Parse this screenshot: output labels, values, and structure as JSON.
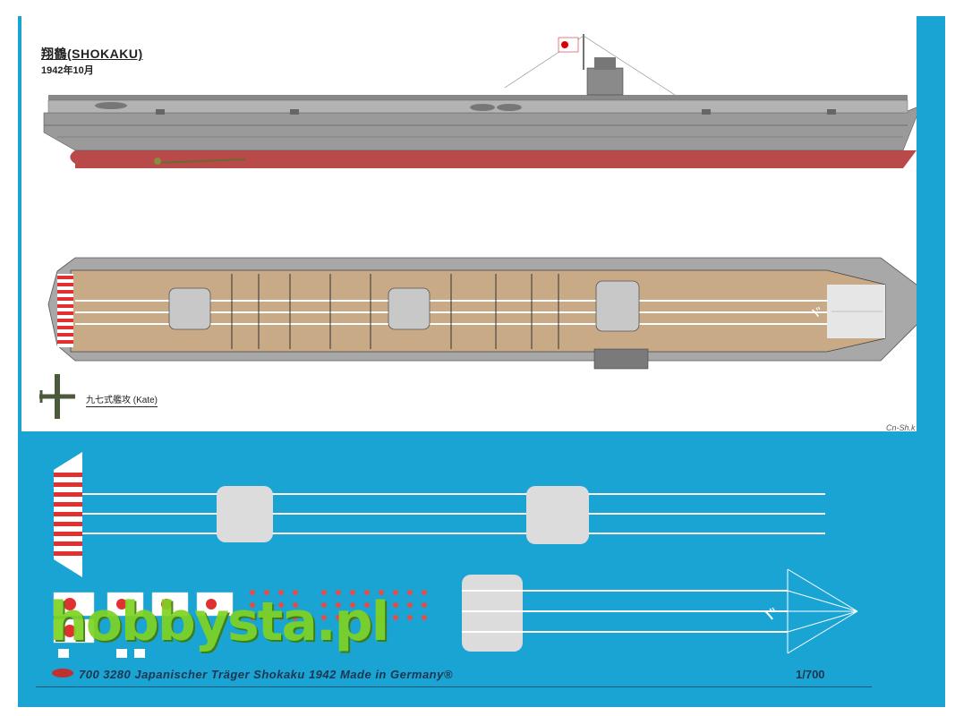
{
  "drawing": {
    "title": "翔鶴(SHOKAKU)",
    "date_caption": "1942年10月",
    "plane_caption": "九七式艦攻 (Kate)",
    "signature": "Cn-Sh.k"
  },
  "decal_sheet": {
    "footer": "700 3280 Japanischer Träger Shokaku 1942 Made in Germany®",
    "scale": "1/700",
    "watermark": "hobbysta.pl"
  },
  "colors": {
    "sheet_blue": "#1aa4d4",
    "hull_red": "#b84a4a",
    "hull_gray": "#9a9a9a",
    "deck_tan": "#c8ab86",
    "stripe_red": "#e03030",
    "watermark_green": "#7ed321"
  }
}
